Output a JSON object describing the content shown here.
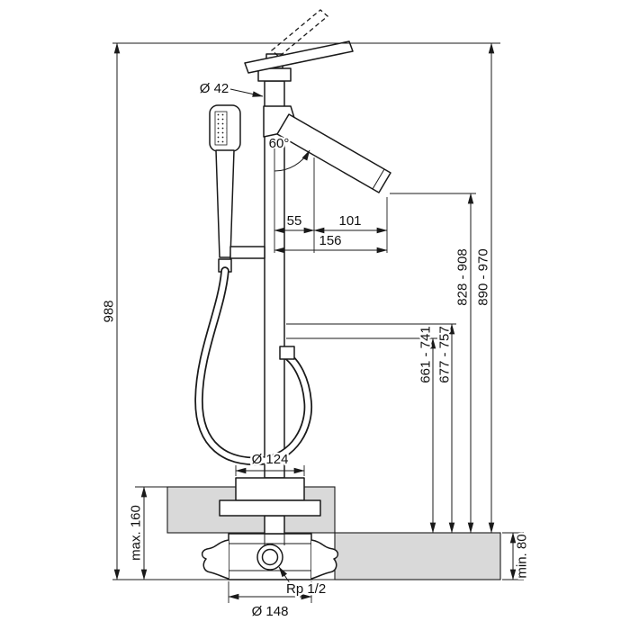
{
  "colors": {
    "line": "#1a1a1a",
    "floor_fill": "#d9d9d9"
  },
  "drawing": {
    "labels": {
      "riser_diameter": "Ø 42",
      "spout_angle": "60°",
      "spout_offset": "55",
      "spout_outer": "101",
      "spout_reach": "156",
      "overall_height": "988",
      "max_floor_buildup": "max. 160",
      "hose_connection_height": "661 - 741",
      "holder_height": "677 - 757",
      "spout_outlet_height": "828 - 908",
      "handle_top_height": "890 - 970",
      "min_floor_depth": "min. 80",
      "escutcheon_diameter": "Ø 124",
      "base_diameter": "Ø 148",
      "connection_thread": "Rp 1/2"
    }
  }
}
